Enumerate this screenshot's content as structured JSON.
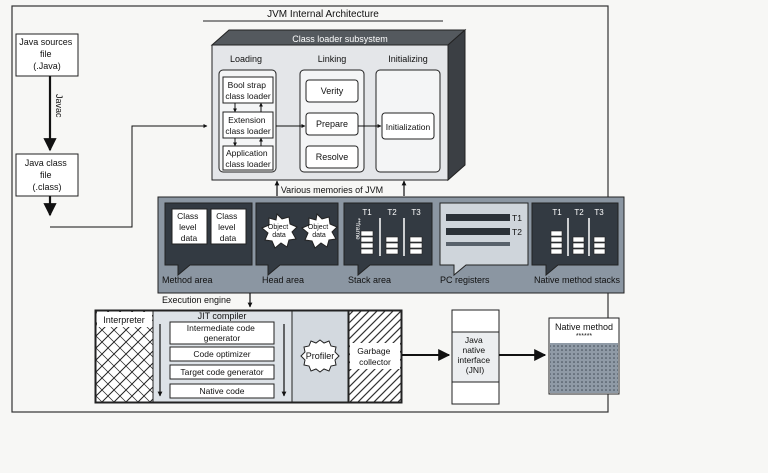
{
  "title": "JVM Internal Architecture",
  "source": {
    "java_sources_file": [
      "Java sources",
      "file",
      "(.Java)"
    ],
    "javac_label": "Javac",
    "java_class_file": [
      "Java class",
      "file",
      "(.class)"
    ]
  },
  "class_loader": {
    "subsystem_label": "Class loader subsystem",
    "loading": {
      "heading": "Loading",
      "bootstrap": [
        "Bool strap",
        "class loader"
      ],
      "extension": [
        "Extension",
        "class loader"
      ],
      "application": [
        "Application",
        "class loader"
      ]
    },
    "linking": {
      "heading": "Linking",
      "verify": "Verity",
      "prepare": "Prepare",
      "resolve": "Resolve"
    },
    "initializing": {
      "heading": "Initializing",
      "initialization": "Initialization"
    }
  },
  "memories": {
    "label": "Various memories of JVM",
    "method_area": {
      "label": "Method area",
      "class_level_data": [
        "Class",
        "level",
        "data"
      ]
    },
    "heap_area": {
      "label": "Head area",
      "object_data": [
        "Object",
        "data"
      ]
    },
    "stack_area": {
      "label": "Stack area",
      "threads": [
        "T1",
        "T2",
        "T3"
      ],
      "frame_label": "**frame"
    },
    "pc_registers": {
      "label": "PC registers",
      "threads": [
        "T1",
        "T2"
      ]
    },
    "native_method_stacks": {
      "label": "Native method stacks",
      "threads": [
        "T1",
        "T2",
        "T3"
      ]
    }
  },
  "execution_engine": {
    "label": "Execution engine",
    "interpreter": "Interpreter",
    "jit_compiler": {
      "heading": "JIT compiler",
      "steps": [
        "Intermediate code generator",
        "Code optimizer",
        "Target code generator",
        "Native code"
      ],
      "intermediate": [
        "Intermediate code",
        "generator"
      ]
    },
    "profiler": "Profiler",
    "garbage_collector": [
      "Garbage",
      "collector"
    ]
  },
  "jni": [
    "Java",
    "native",
    "interface",
    "(JNI)"
  ],
  "native_method": {
    "label": "Native method",
    "stars": "******"
  }
}
